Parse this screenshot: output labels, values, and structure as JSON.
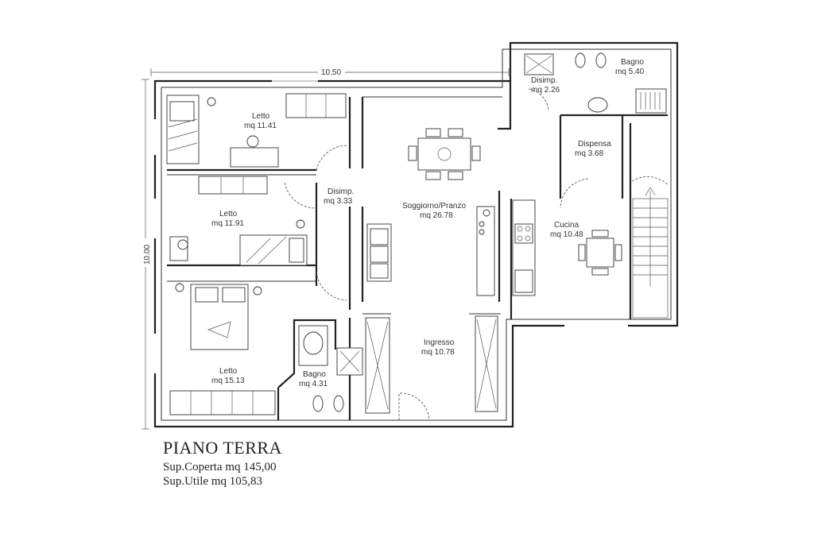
{
  "rooms": {
    "letto1": {
      "name": "Letto",
      "area": "mq 11.41"
    },
    "letto2": {
      "name": "Letto",
      "area": "mq 11.91"
    },
    "letto3": {
      "name": "Letto",
      "area": "mq 15.13"
    },
    "disimp1": {
      "name": "Disimp.",
      "area": "mq 3.33"
    },
    "soggiorno": {
      "name": "Soggiorno/Pranzo",
      "area": "mq 26.78"
    },
    "ingresso": {
      "name": "Ingresso",
      "area": "mq 10.78"
    },
    "bagno1": {
      "name": "Bagno",
      "area": "mq 4.31"
    },
    "disimp2": {
      "name": "Disimp.",
      "area": "mq 2.26"
    },
    "bagno2": {
      "name": "Bagno",
      "area": "mq 5.40"
    },
    "dispensa": {
      "name": "Dispensa",
      "area": "mq 3.68"
    },
    "cucina": {
      "name": "Cucina",
      "area": "mq 10.48"
    }
  },
  "dimensions": {
    "width": "10.50",
    "height": "10.00"
  },
  "caption": {
    "title": "PIANO TERRA",
    "coperta": "Sup.Coperta mq 145,00",
    "utile": "Sup.Utile mq 105,83"
  }
}
